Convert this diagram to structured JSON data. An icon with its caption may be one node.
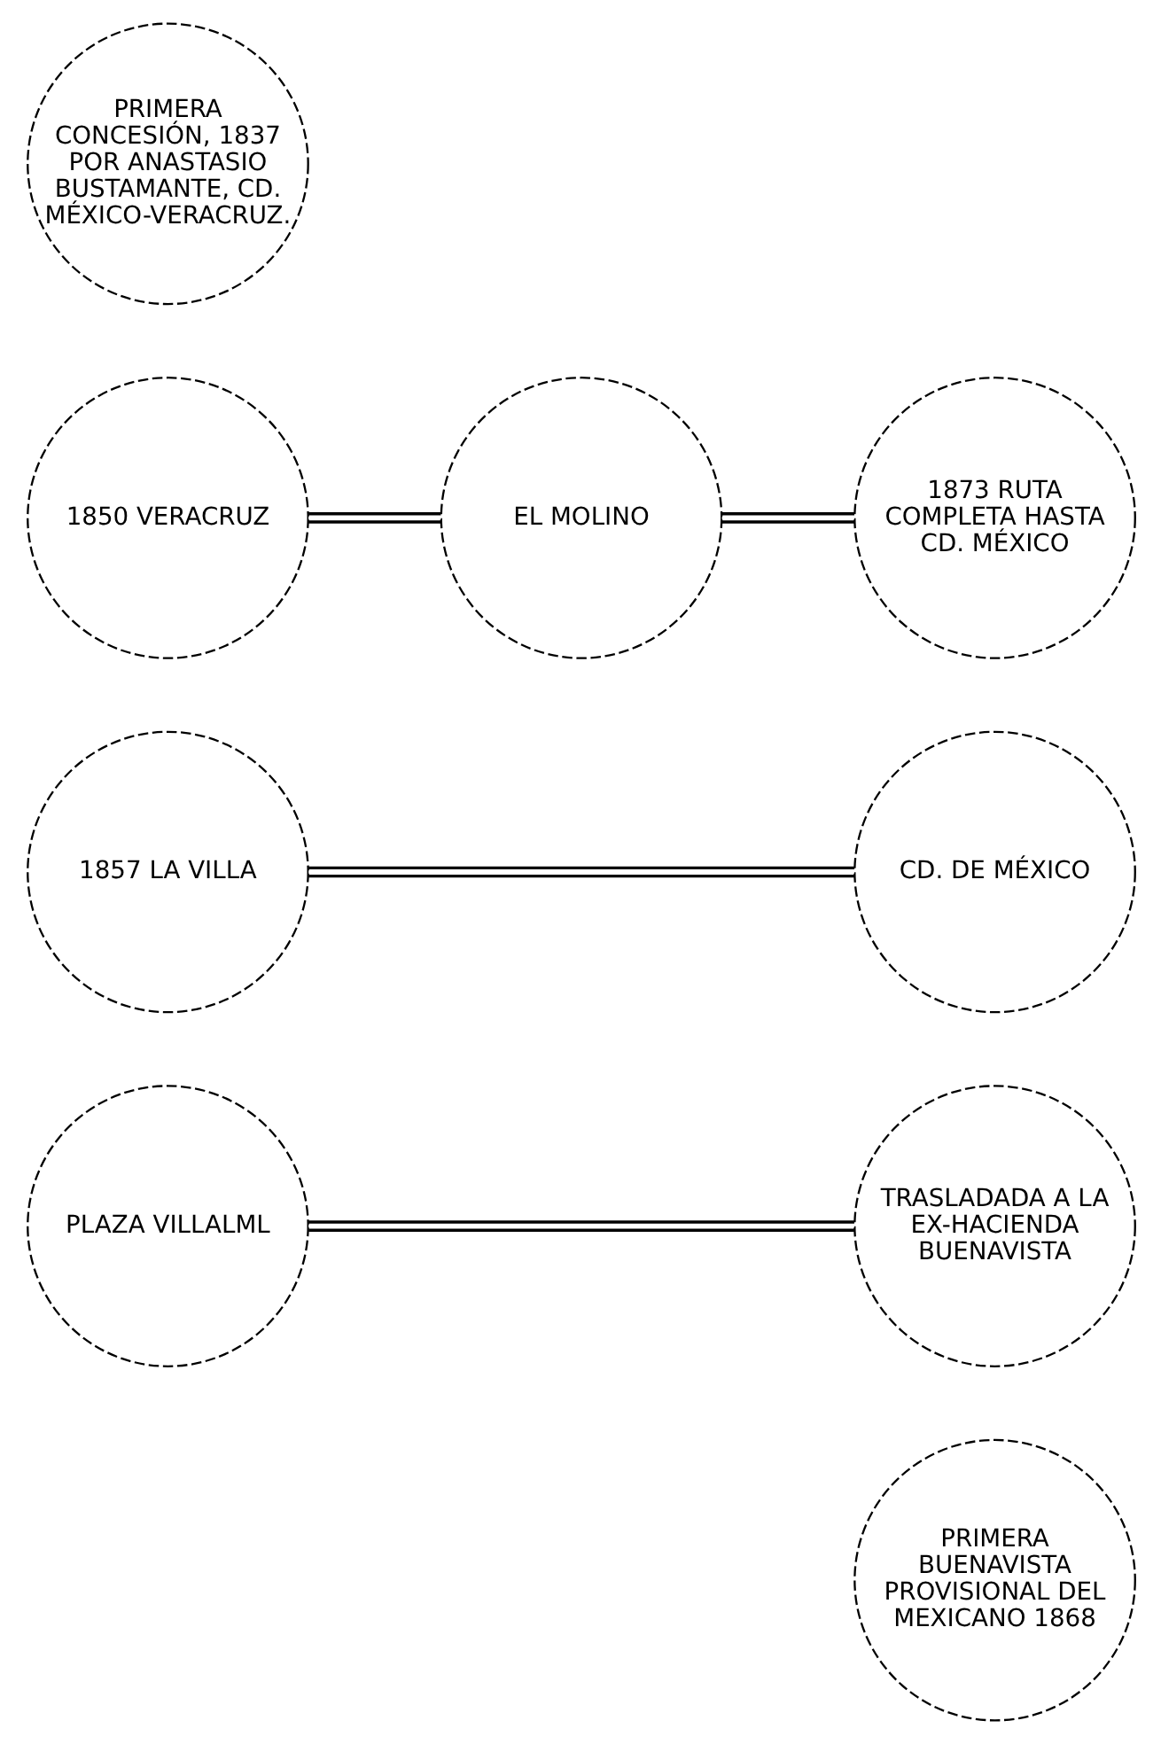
{
  "diagram": {
    "nodes": [
      {
        "text": [
          "PRIMERA CONCESIÓN, 1837 POR ANASTASIO BUSTAMANTE, CD. MÉXICO-VERACRUZ."
        ]
      },
      {
        "text": [
          "1850 VERACRUZ"
        ]
      },
      {
        "text": [
          "EL MOLINO"
        ]
      },
      {
        "text": [
          "1873 RUTA COMPLETA HASTA CD. MÉXICO"
        ]
      },
      {
        "text": [
          "1857 LA VILLA"
        ]
      },
      {
        "text": [
          "CD. DE MÉXICO"
        ]
      },
      {
        "text": [
          "PLAZA VILLALML"
        ]
      },
      {
        "text": [
          "TRASLADADA A LA EX-HACIENDA BUENAVISTA"
        ]
      },
      {
        "text": [
          "PRIMERA BUENAVISTA PROVISIONAL DEL MEXICANO 1868"
        ]
      }
    ],
    "edges": [
      {
        "from": 1,
        "to": 2,
        "arrow": "none"
      },
      {
        "from": 2,
        "to": 3,
        "arrow": "none"
      },
      {
        "from": 4,
        "to": 5,
        "arrow": "none"
      },
      {
        "from": 6,
        "to": 7,
        "arrow": "none"
      }
    ]
  }
}
